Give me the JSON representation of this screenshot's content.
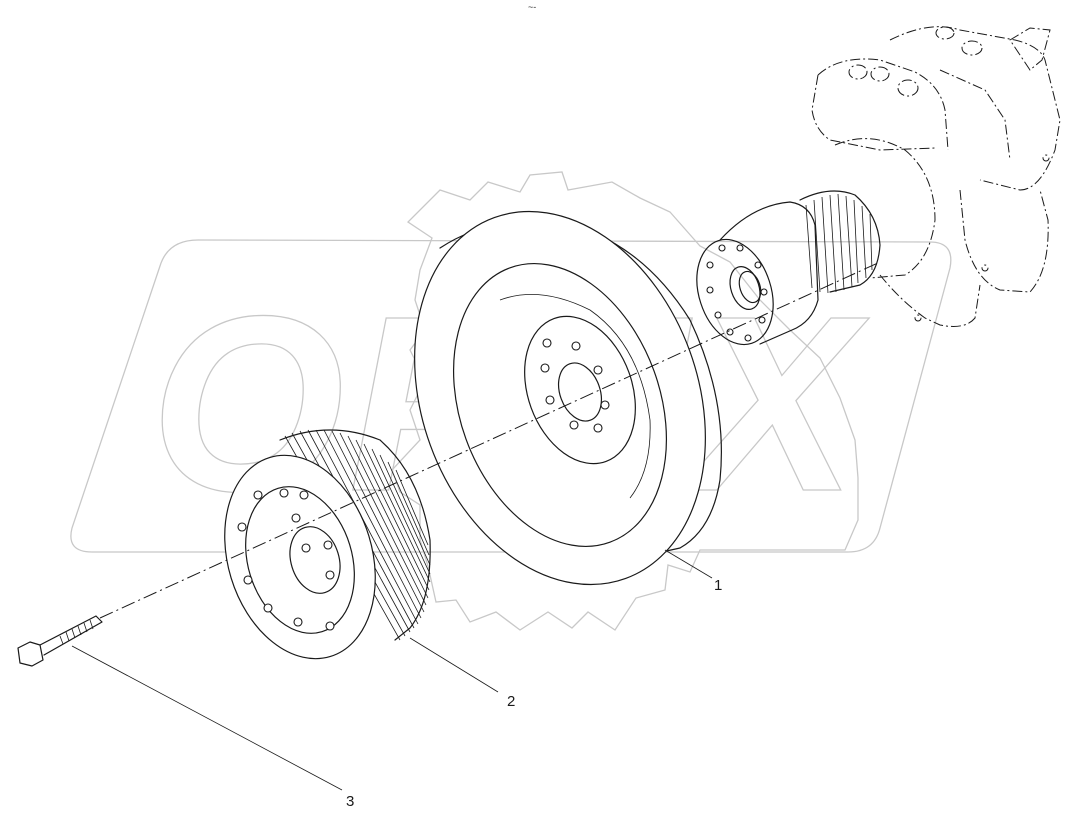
{
  "callouts": [
    {
      "id": "1",
      "label": "1"
    },
    {
      "id": "2",
      "label": "2"
    },
    {
      "id": "3",
      "label": "3"
    }
  ],
  "watermark": {
    "text": "OPEX"
  },
  "top_mark": {
    "text": "~-"
  }
}
